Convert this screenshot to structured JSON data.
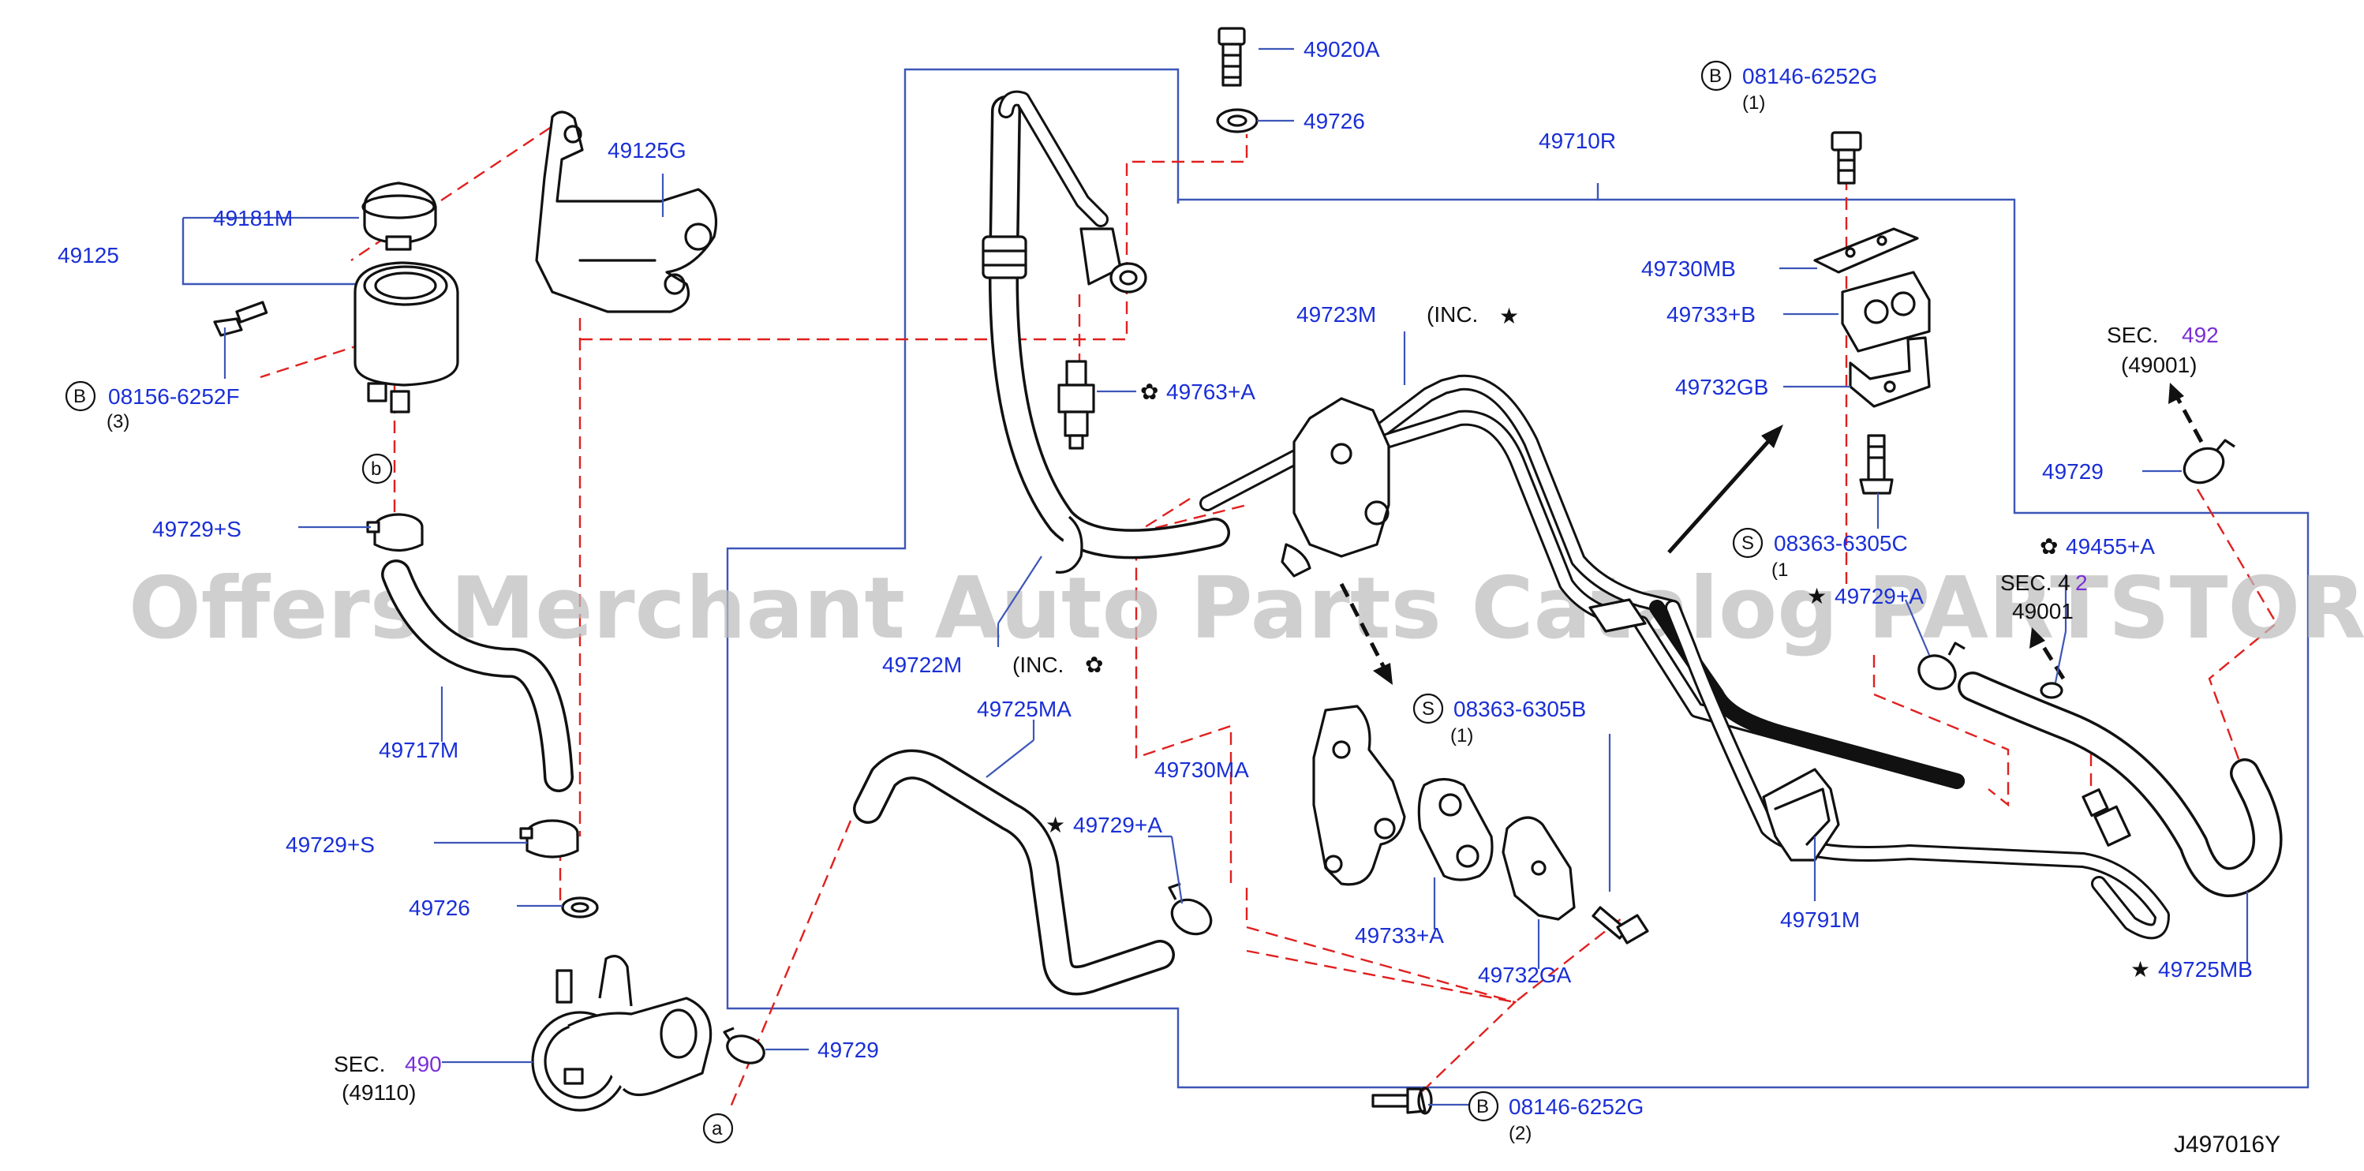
{
  "diagram_code": "J497016Y",
  "watermark": "Offers Merchant Auto Parts Catalog PARTSTORE.SA",
  "labels": {
    "p49125": "49125",
    "p49181M": "49181M",
    "p49125G": "49125G",
    "p08156": "08156-6252F",
    "p08156_qty": "(3)",
    "p49729S_top": "49729+S",
    "p49717M": "49717M",
    "p49729S_bot": "49729+S",
    "p49726_bot": "49726",
    "sec490_prefix": "SEC.",
    "sec490_num": "490",
    "sec490_sub": "(49110)",
    "p49729_bot": "49729",
    "p49020A": "49020A",
    "p49726_top": "49726",
    "p49763A": "49763+A",
    "p49723M": "49723M",
    "p49723M_inc": "(INC.",
    "p49722M": "49722M",
    "p49722M_inc": "(INC.",
    "p49725MA": "49725MA",
    "p49730MA": "49730MA",
    "p49729A_left": "49729+A",
    "p08363B": "08363-6305B",
    "p08363B_qty": "(1)",
    "p49733A": "49733+A",
    "p49732GA": "49732GA",
    "p08146_bot": "08146-6252G",
    "p08146_bot_qty": "(2)",
    "p08146_top": "08146-6252G",
    "p08146_top_qty": "(1)",
    "p49710R": "49710R",
    "p49730MB": "49730MB",
    "p49733B": "49733+B",
    "p49732GB": "49732GB",
    "p08363C": "08363-6305C",
    "p08363C_qty": "(1",
    "p49729A_right": "49729+A",
    "sec49_partial": "SEC. 4",
    "sec49_partial_num": "2",
    "sec49_partial_sub": "49001",
    "p49455A": "49455+A",
    "sec492_prefix": "SEC.",
    "sec492_num": "492",
    "sec492_sub": "(49001)",
    "p49729_right": "49729",
    "p49791M": "49791M",
    "p49725MB": "49725MB"
  },
  "markers": {
    "b": "B",
    "s": "S",
    "a": "a",
    "bb": "b"
  },
  "colors": {
    "label_blue": "#1a2fd6",
    "section_purple": "#7a2fd6",
    "leader_blue": "#3d56b8",
    "dash_red": "#e0201f",
    "watermark_gray": "#bdbdbd"
  }
}
